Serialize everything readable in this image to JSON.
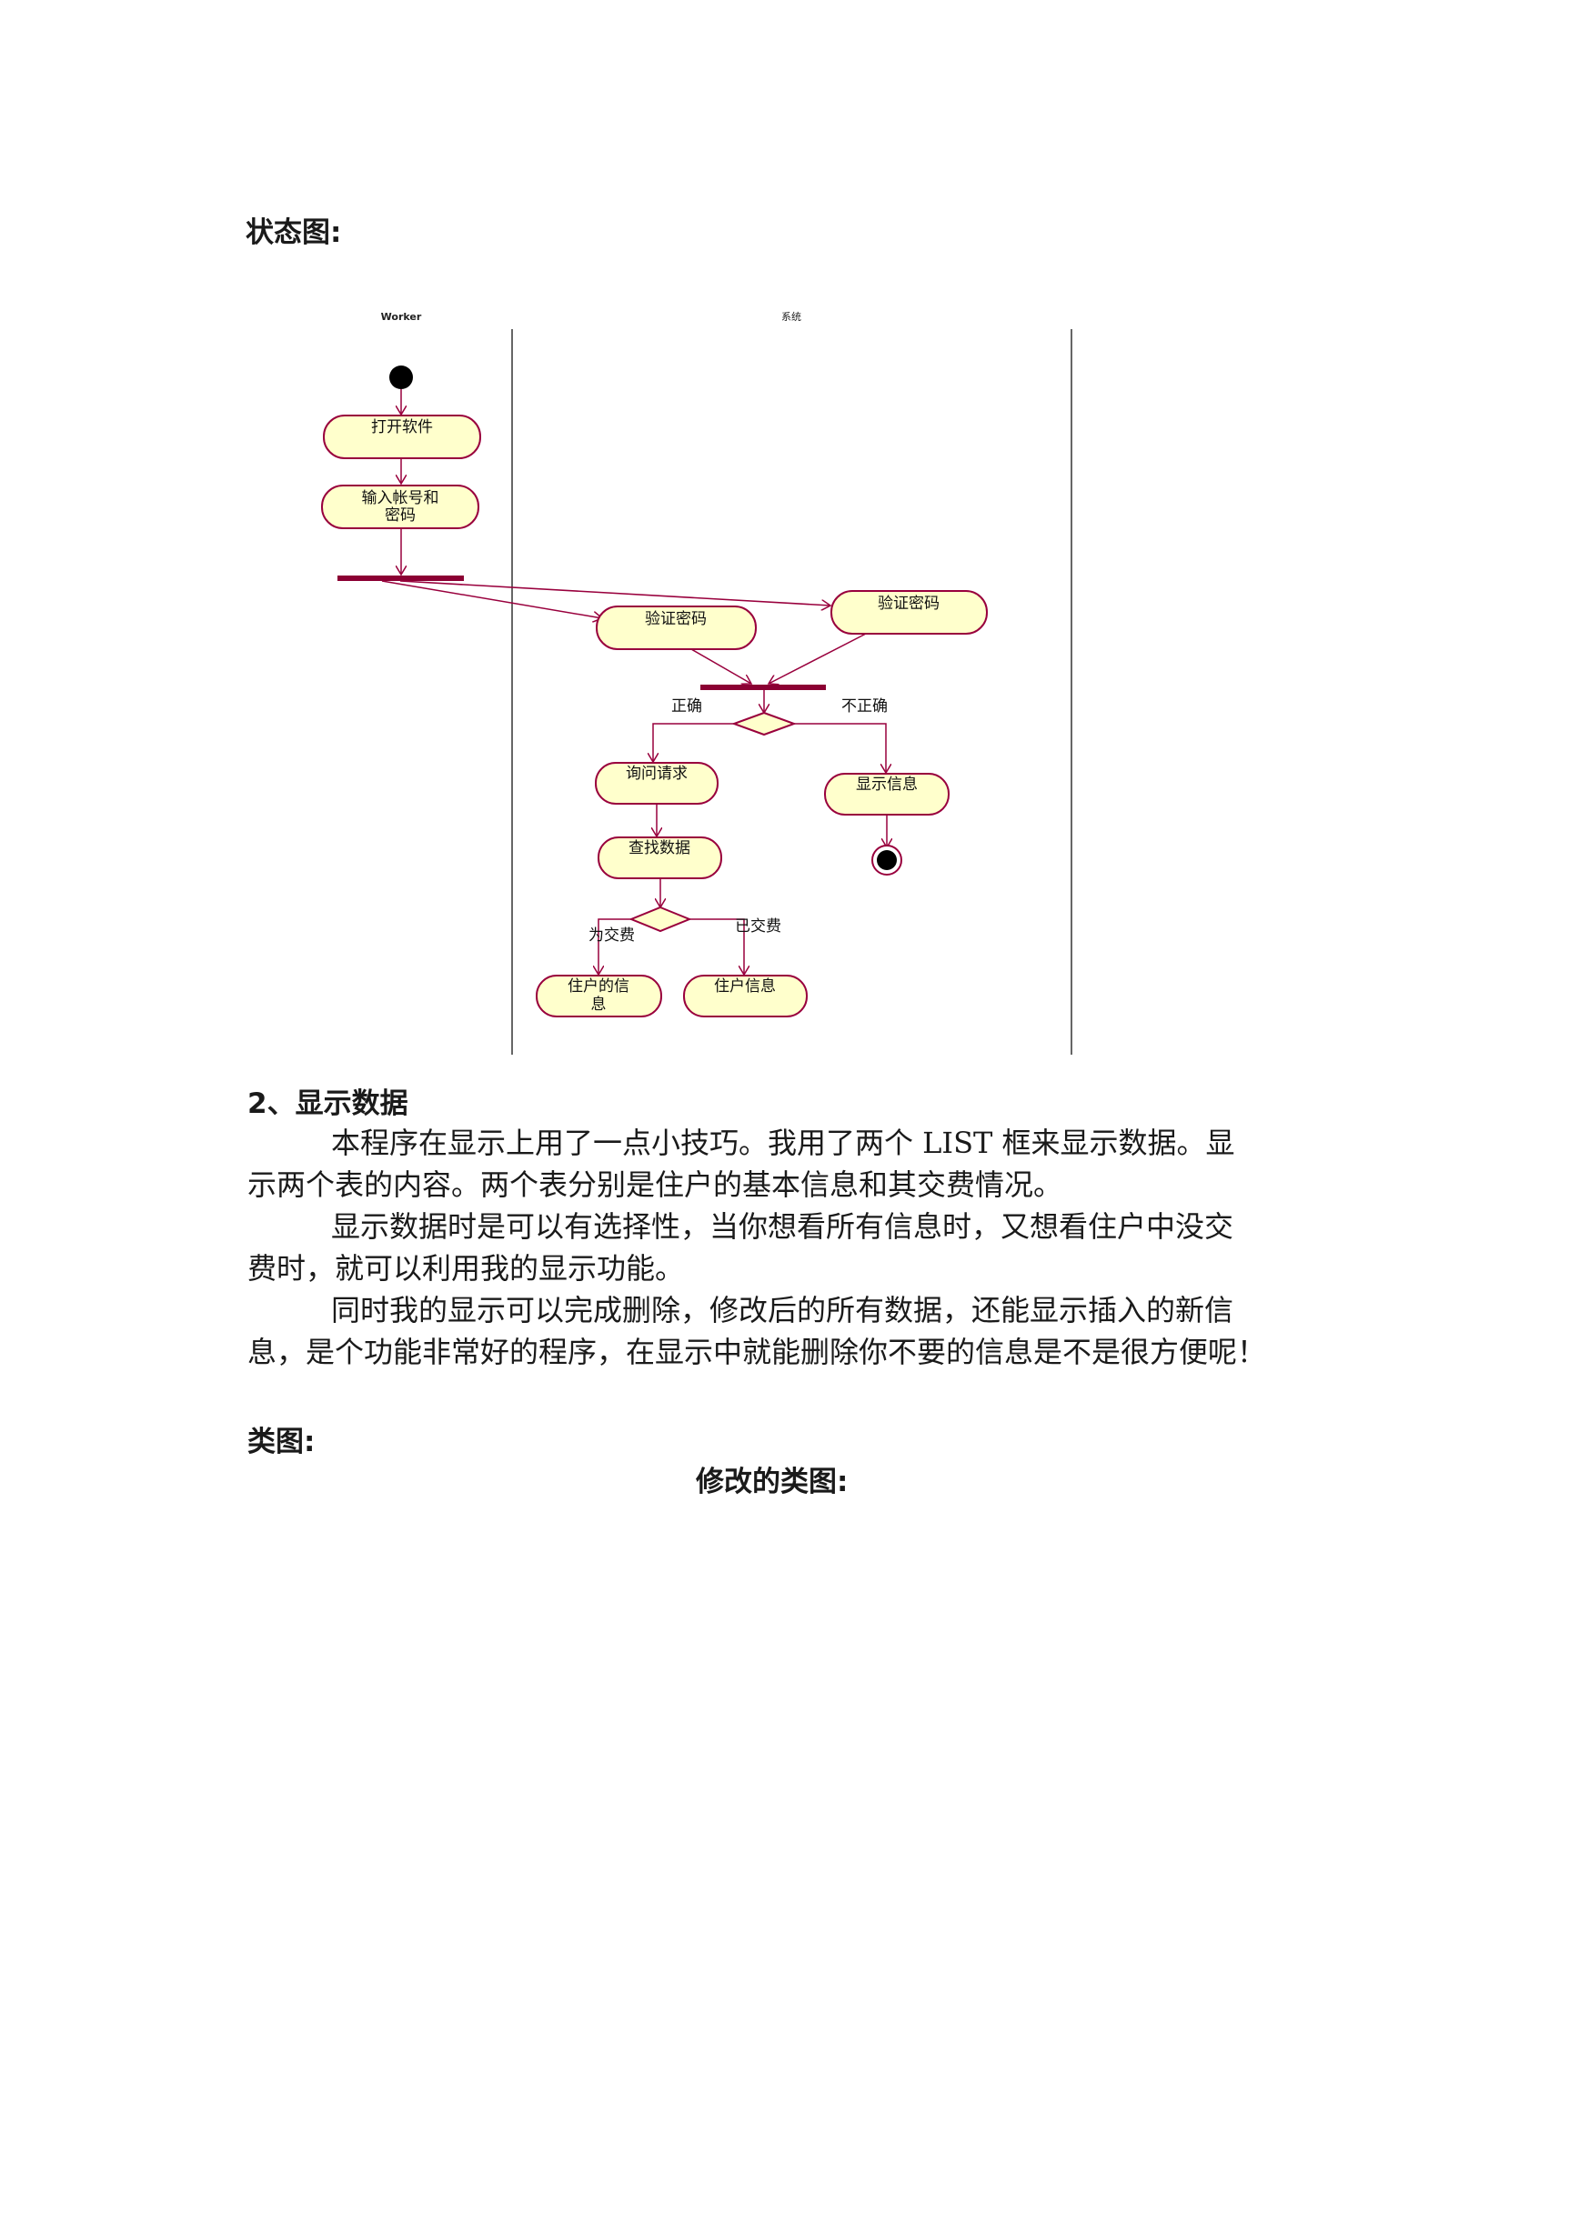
{
  "sections": {
    "state_heading": "状态图:",
    "display_heading": "2、显示数据",
    "class_heading": "类图:",
    "modified_class_heading": "修改的类图:"
  },
  "paragraphs": {
    "p1_l1": "本程序在显示上用了一点小技巧。我用了两个 LIST 框来显示数据。显",
    "p1_l2": "示两个表的内容。两个表分别是住户的基本信息和其交费情况。",
    "p2_l1": "显示数据时是可以有选择性，当你想看所有信息时，又想看住户中没交",
    "p2_l2": "费时，就可以利用我的显示功能。",
    "p3_l1": "同时我的显示可以完成删除，修改后的所有数据，还能显示插入的新信",
    "p3_l2": "息，是个功能非常好的程序，在显示中就能删除你不要的信息是不是很方便呢！"
  },
  "diagram": {
    "lane_worker": "Worker",
    "lane_system": "系统",
    "activities": {
      "open_software": "打开软件",
      "enter_account_l1": "输入帐号和",
      "enter_account_l2": "密码",
      "verify_password_1": "验证密码",
      "verify_password_2": "验证密码",
      "query_request": "询问请求",
      "find_data": "查找数据",
      "show_message": "显示信息",
      "resident_info_l1": "住户的信",
      "resident_info_l2": "息",
      "resident_info_2": "住户信息"
    },
    "guards": {
      "correct": "正确",
      "incorrect": "不正确",
      "unpaid": "为交费",
      "paid": "已交费"
    },
    "colors": {
      "activity_fill": "#ffffcc",
      "stroke": "#99003d",
      "sync_bar": "#8b0033"
    }
  }
}
